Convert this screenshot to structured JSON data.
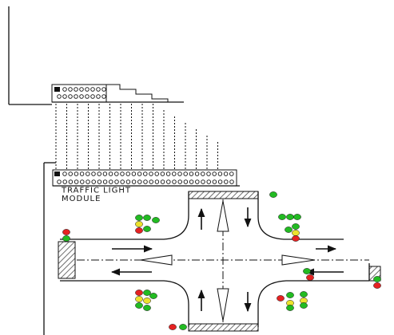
{
  "module_label": {
    "line1": "TRAFFIC LIGHT",
    "line2": "MODULE"
  },
  "colors": {
    "red": "#e52222",
    "yellow": "#ece22d",
    "green": "#22bb22",
    "line": "#111111",
    "hatch": "#555555"
  },
  "icons": [
    "traffic-light-cluster",
    "direction-arrow",
    "hatched-barrier",
    "connector-pin-row"
  ]
}
